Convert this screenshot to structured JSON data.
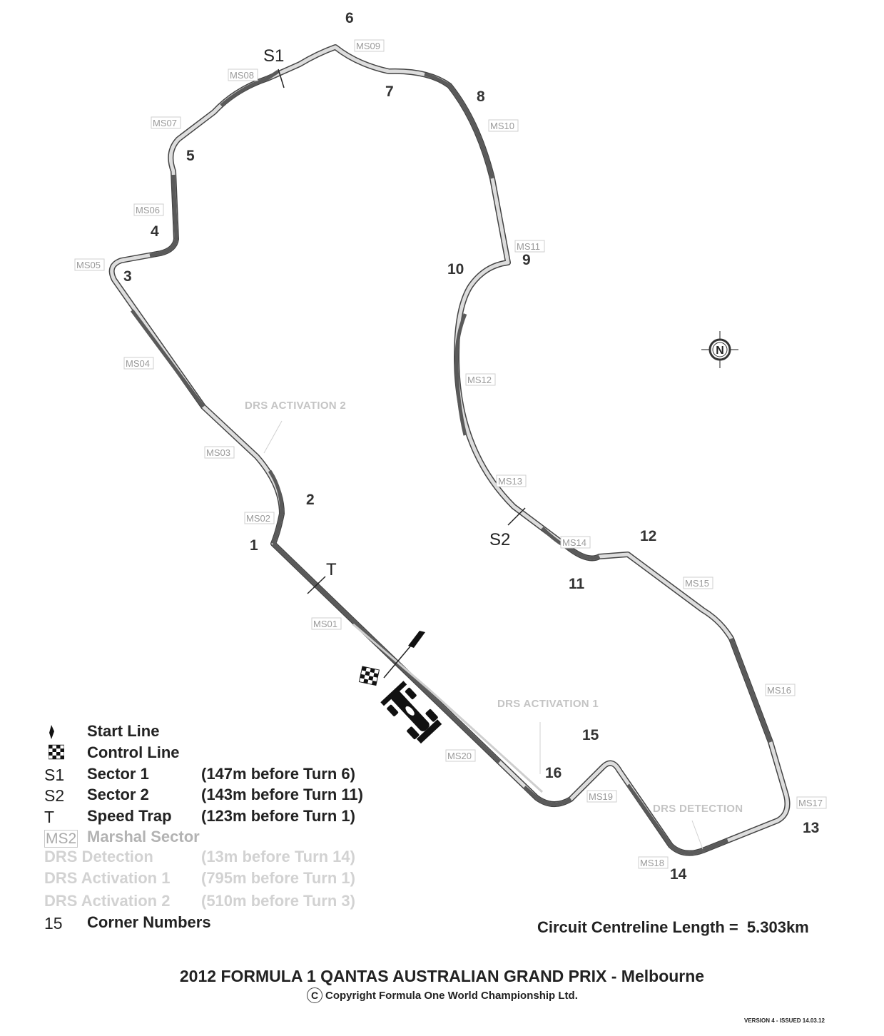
{
  "corners": [
    "1",
    "2",
    "3",
    "4",
    "5",
    "6",
    "7",
    "8",
    "9",
    "10",
    "11",
    "12",
    "13",
    "14",
    "15",
    "16"
  ],
  "marshal_sectors": [
    "MS01",
    "MS02",
    "MS03",
    "MS04",
    "MS05",
    "MS06",
    "MS07",
    "MS08",
    "MS09",
    "MS10",
    "MS11",
    "MS12",
    "MS13",
    "MS14",
    "MS15",
    "MS16",
    "MS17",
    "MS18",
    "MS19",
    "MS20"
  ],
  "sector_marks": {
    "s1": "S1",
    "s2": "S2",
    "t": "T"
  },
  "drs_labels": {
    "activation_2": "DRS ACTIVATION 2",
    "activation_1": "DRS ACTIVATION 1",
    "detection": "DRS DETECTION"
  },
  "compass_letter": "N",
  "legend": [
    {
      "symbol": "",
      "name": "Start Line",
      "note": ""
    },
    {
      "symbol": "",
      "name": "Control Line",
      "note": ""
    },
    {
      "symbol": "S1",
      "name": "Sector 1",
      "note": "(147m before Turn 6)"
    },
    {
      "symbol": "S2",
      "name": "Sector 2",
      "note": "(143m before Turn 11)"
    },
    {
      "symbol": "T",
      "name": "Speed Trap",
      "note": "(123m before Turn 1)"
    },
    {
      "symbol": "MS2",
      "name": "Marshal Sector",
      "note": ""
    },
    {
      "symbol": "DRS Detection",
      "name": "",
      "note": "(13m before Turn 14)"
    },
    {
      "symbol": "DRS Activation 1",
      "name": "",
      "note": "(795m before Turn 1)"
    },
    {
      "symbol": "DRS Activation 2",
      "name": "",
      "note": "(510m before Turn 3)"
    },
    {
      "symbol": "15",
      "name": "Corner Numbers",
      "note": ""
    }
  ],
  "circuit_length_label": "Circuit Centreline Length  =",
  "circuit_length_value": "5.303km",
  "title": "2012 FORMULA 1 QANTAS AUSTRALIAN GRAND PRIX - Melbourne",
  "copyright_symbol": "C",
  "copyright": "Copyright Formula One World Championship Ltd.",
  "version": "VERSION 4 - ISSUED 14.03.12",
  "colors": {
    "track_dark": "#555555",
    "track_light": "#cccccc",
    "text": "#222222",
    "marshal": "#9a9a9a",
    "drs": "#c4c4c4"
  }
}
